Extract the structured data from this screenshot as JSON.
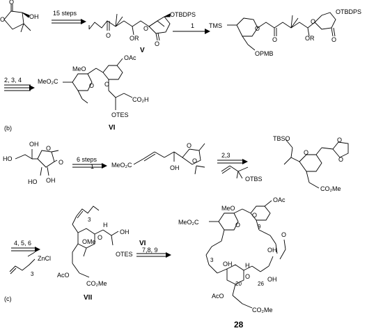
{
  "steps": {
    "s1": "15 steps",
    "s2": "1",
    "s3": "2, 3, 4",
    "s4": "6 steps",
    "s5": "1",
    "s6": "2,3",
    "s7": "4, 5, 6",
    "s8": "VI",
    "s9": "7,8, 9"
  },
  "compounds": {
    "c5": "V",
    "c6": "VI",
    "c7": "VII",
    "c28": "28"
  },
  "panels": {
    "b": "(b)",
    "c": "(c)"
  },
  "groups": {
    "OH": "OH",
    "O": "O",
    "OTBDPS": "OTBDPS",
    "OR": "OR",
    "TMS": "TMS",
    "OPMB": "OPMB",
    "MeO2C": "MeO₂C",
    "MeO": "MeO",
    "OAc": "OAc",
    "CO2H": "CO₂H",
    "OTES": "OTES",
    "HO": "HO",
    "TBSO": "TBSO",
    "OTBS": "OTBS",
    "CO2Me": "CO₂Me",
    "ZnCl": "ZnCl",
    "OMe": "OMe",
    "AcO": "AcO",
    "H": "H",
    "n3": "3",
    "n9": "9",
    "n20": "20",
    "n26": "26"
  }
}
